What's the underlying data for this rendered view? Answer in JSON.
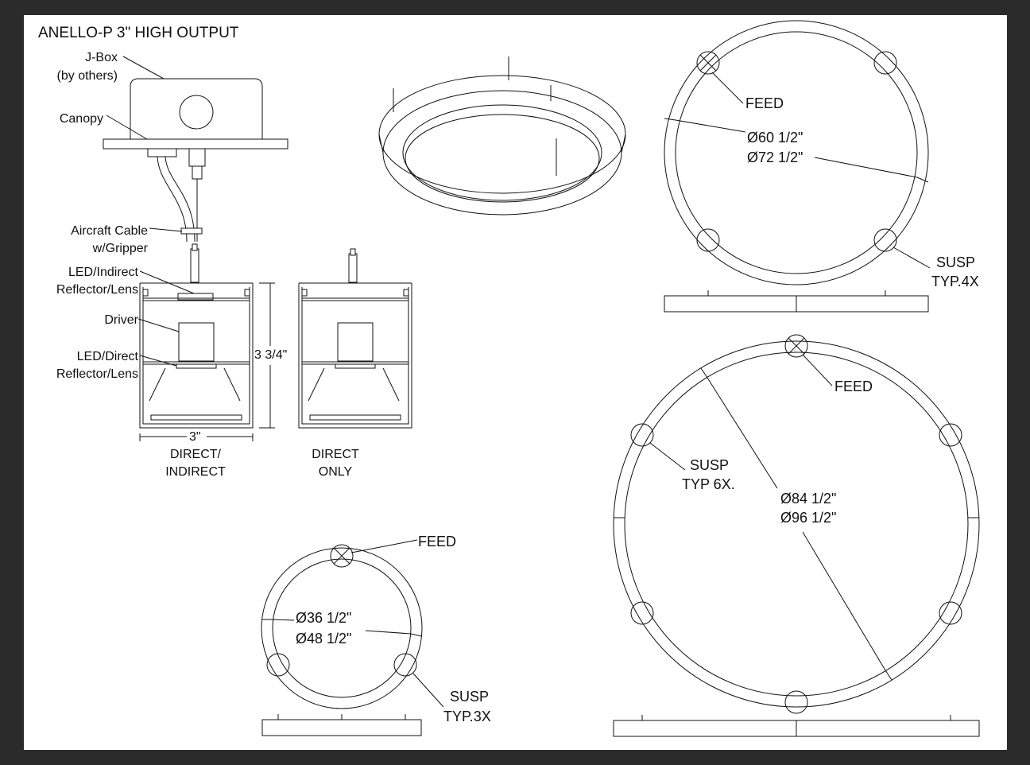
{
  "title": "ANELLO-P 3\" HIGH OUTPUT",
  "section": {
    "labels": {
      "jbox_1": "J-Box",
      "jbox_2": "(by others)",
      "canopy": "Canopy",
      "cable_1": "Aircraft Cable",
      "cable_2": "w/Gripper",
      "indirect_1": "LED/Indirect",
      "indirect_2": "Reflector/Lens",
      "driver": "Driver",
      "direct_1": "LED/Direct",
      "direct_2": "Reflector/Lens",
      "height": "3 3/4\"",
      "width": "3\""
    },
    "captions": {
      "direct_indirect_1": "DIRECT/",
      "direct_indirect_2": "INDIRECT",
      "direct_only_1": "DIRECT",
      "direct_only_2": "ONLY"
    }
  },
  "plans": {
    "small": {
      "feed": "FEED",
      "dia_inner": "Ø36 1/2\"",
      "dia_outer": "Ø48 1/2\"",
      "susp_1": "SUSP",
      "susp_2": "TYP.3X"
    },
    "medium": {
      "feed": "FEED",
      "dia_inner": "Ø60 1/2\"",
      "dia_outer": "Ø72 1/2\"",
      "susp_1": "SUSP",
      "susp_2": "TYP.4X"
    },
    "large": {
      "feed": "FEED",
      "dia_inner": "Ø84 1/2\"",
      "dia_outer": "Ø96 1/2\"",
      "susp_1": "SUSP",
      "susp_2": "TYP 6X."
    }
  }
}
